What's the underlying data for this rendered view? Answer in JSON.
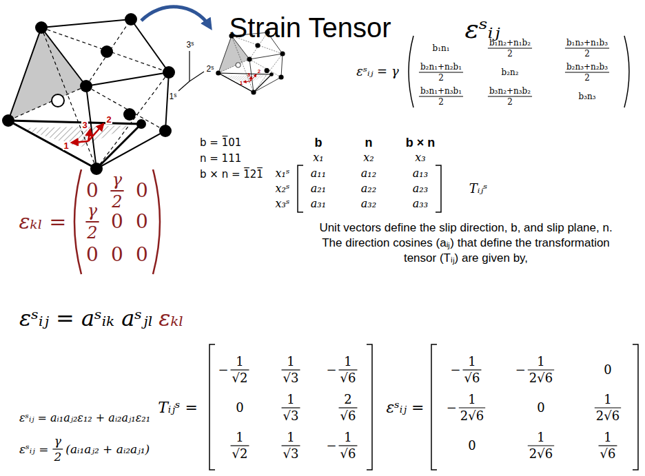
{
  "diagram": {
    "title": "Strain Tensor",
    "labels": [
      "εˢᵢⱼ",
      "1",
      "2",
      "3",
      "1",
      "2",
      "3",
      "3ˢ",
      "2ˢ",
      "1ˢ",
      "εₖₗ =",
      "0",
      "γ",
      "2",
      "0",
      "γ",
      "2",
      "0",
      "0",
      "0",
      "0",
      "0",
      "b = 1̅01",
      "n = 111",
      "b × n = 1̅21̅",
      "εˢᵢⱼ = γ",
      "b₁n₁",
      "b₁n₂+n₁b₂",
      "2",
      "b₁n₃+n₁b₃",
      "2",
      "b₂n₁+n₂b₁",
      "2",
      "b₂n₂",
      "b₂n₃+n₂b₃",
      "2",
      "b₃n₁+n₃b₁",
      "2",
      "b₃n₂+n₃b₂",
      "2",
      "b₃n₃",
      "b",
      "n",
      "b × n",
      "x₁",
      "x₂",
      "x₃",
      "x₁ˢ",
      "x₂ˢ",
      "x₃ˢ",
      "a₁₁",
      "a₁₂",
      "a₁₃",
      "a₂₁",
      "a₂₂",
      "a₂₃",
      "a₃₁",
      "a₃₂",
      "a₃₃",
      "Tᵢⱼˢ",
      "Unit vectors define the slip direction, b, and slip plane, n. The direction cosines (aᵢⱼ) that define the transformation tensor (Tᵢⱼ) are given by,",
      "εˢᵢⱼ = aˢᵢₖ aˢⱼₗ",
      "εₖₗ",
      "εˢᵢⱼ = aᵢ₁aⱼ₂ε₁₂ + aᵢ₂aⱼ₁ε₂₁",
      "εˢᵢⱼ =",
      "γ",
      "2",
      "(aᵢ₁aⱼ₂ + aᵢ₂aⱼ₁)",
      "Tᵢⱼˢ =",
      "−",
      "1",
      "√2",
      "1",
      "√3",
      "−",
      "1",
      "√6",
      "0",
      "1",
      "√3",
      "2",
      "√6",
      "1",
      "√2",
      "1",
      "√3",
      "−",
      "1",
      "√6",
      "εˢᵢⱼ =",
      "−",
      "1",
      "√6",
      "−",
      "1",
      "2√6",
      "0",
      "−",
      "1",
      "2√6",
      "0",
      "1",
      "2√6",
      "0",
      "1",
      "2√6",
      "1",
      "√6"
    ]
  }
}
